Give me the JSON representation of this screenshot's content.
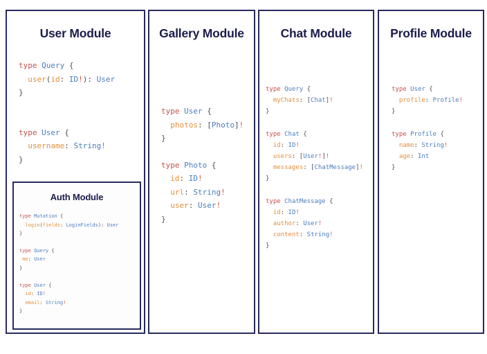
{
  "theme": {
    "panel_border": "#282a5c",
    "title_color": "#1b1b4b",
    "background": "#ffffff",
    "syntax_keyword": "#c3524f",
    "syntax_type": "#4b7dbd",
    "syntax_field": "#e2903c",
    "syntax_punct": "#50505a",
    "syntax_bang": "#d4553f"
  },
  "modules": {
    "user": {
      "title": "User Module",
      "lines": [
        {
          "kind": "code",
          "tokens": [
            {
              "c": "k",
              "s": "type"
            },
            {
              "c": "p",
              "s": " "
            },
            {
              "c": "t",
              "s": "Query"
            },
            {
              "c": "p",
              "s": " {"
            }
          ]
        },
        {
          "kind": "code",
          "tokens": [
            {
              "c": "p",
              "s": "  "
            },
            {
              "c": "f",
              "s": "user"
            },
            {
              "c": "p",
              "s": "("
            },
            {
              "c": "f",
              "s": "id"
            },
            {
              "c": "p",
              "s": ": "
            },
            {
              "c": "t",
              "s": "ID"
            },
            {
              "c": "bang",
              "s": "!"
            },
            {
              "c": "p",
              "s": "): "
            },
            {
              "c": "t",
              "s": "User"
            }
          ]
        },
        {
          "kind": "code",
          "tokens": [
            {
              "c": "p",
              "s": "}"
            }
          ]
        },
        {
          "kind": "gap"
        },
        {
          "kind": "gap"
        },
        {
          "kind": "code",
          "tokens": [
            {
              "c": "k",
              "s": "type"
            },
            {
              "c": "p",
              "s": " "
            },
            {
              "c": "t",
              "s": "User"
            },
            {
              "c": "p",
              "s": " {"
            }
          ]
        },
        {
          "kind": "code",
          "tokens": [
            {
              "c": "p",
              "s": "  "
            },
            {
              "c": "f",
              "s": "username"
            },
            {
              "c": "p",
              "s": ": "
            },
            {
              "c": "t",
              "s": "String"
            },
            {
              "c": "bang",
              "s": "!"
            }
          ]
        },
        {
          "kind": "code",
          "tokens": [
            {
              "c": "p",
              "s": "}"
            }
          ]
        }
      ]
    },
    "auth": {
      "title": "Auth Module",
      "lines": [
        {
          "kind": "code",
          "tokens": [
            {
              "c": "k",
              "s": "type"
            },
            {
              "c": "p",
              "s": " "
            },
            {
              "c": "t",
              "s": "Mutation"
            },
            {
              "c": "p",
              "s": " {"
            }
          ]
        },
        {
          "kind": "code",
          "tokens": [
            {
              "c": "p",
              "s": "  "
            },
            {
              "c": "f",
              "s": "login"
            },
            {
              "c": "p",
              "s": "("
            },
            {
              "c": "f",
              "s": "fields"
            },
            {
              "c": "p",
              "s": ": "
            },
            {
              "c": "t",
              "s": "LoginFields"
            },
            {
              "c": "p",
              "s": "): "
            },
            {
              "c": "t",
              "s": "User"
            }
          ]
        },
        {
          "kind": "code",
          "tokens": [
            {
              "c": "p",
              "s": "}"
            }
          ]
        },
        {
          "kind": "gap"
        },
        {
          "kind": "code",
          "tokens": [
            {
              "c": "k",
              "s": "type"
            },
            {
              "c": "p",
              "s": " "
            },
            {
              "c": "t",
              "s": "Query"
            },
            {
              "c": "p",
              "s": " {"
            }
          ]
        },
        {
          "kind": "code",
          "tokens": [
            {
              "c": "p",
              "s": " "
            },
            {
              "c": "f",
              "s": "me"
            },
            {
              "c": "p",
              "s": ": "
            },
            {
              "c": "t",
              "s": "User"
            }
          ]
        },
        {
          "kind": "code",
          "tokens": [
            {
              "c": "p",
              "s": "}"
            }
          ]
        },
        {
          "kind": "gap"
        },
        {
          "kind": "code",
          "tokens": [
            {
              "c": "k",
              "s": "type"
            },
            {
              "c": "p",
              "s": " "
            },
            {
              "c": "t",
              "s": "User"
            },
            {
              "c": "p",
              "s": " {"
            }
          ]
        },
        {
          "kind": "code",
          "tokens": [
            {
              "c": "p",
              "s": "  "
            },
            {
              "c": "f",
              "s": "id"
            },
            {
              "c": "p",
              "s": ": "
            },
            {
              "c": "t",
              "s": "ID"
            },
            {
              "c": "bang",
              "s": "!"
            }
          ]
        },
        {
          "kind": "code",
          "tokens": [
            {
              "c": "p",
              "s": "  "
            },
            {
              "c": "f",
              "s": "email"
            },
            {
              "c": "p",
              "s": ": "
            },
            {
              "c": "t",
              "s": "String"
            },
            {
              "c": "bang",
              "s": "!"
            }
          ]
        },
        {
          "kind": "code",
          "tokens": [
            {
              "c": "p",
              "s": "}"
            }
          ]
        }
      ]
    },
    "gallery": {
      "title": "Gallery Module",
      "lines": [
        {
          "kind": "code",
          "tokens": [
            {
              "c": "k",
              "s": "type"
            },
            {
              "c": "p",
              "s": " "
            },
            {
              "c": "t",
              "s": "User"
            },
            {
              "c": "p",
              "s": " {"
            }
          ]
        },
        {
          "kind": "code",
          "tokens": [
            {
              "c": "p",
              "s": "  "
            },
            {
              "c": "f",
              "s": "photos"
            },
            {
              "c": "p",
              "s": ": ["
            },
            {
              "c": "t",
              "s": "Photo"
            },
            {
              "c": "p",
              "s": "]"
            },
            {
              "c": "bang",
              "s": "!"
            }
          ]
        },
        {
          "kind": "code",
          "tokens": [
            {
              "c": "p",
              "s": "}"
            }
          ]
        },
        {
          "kind": "gap"
        },
        {
          "kind": "code",
          "tokens": [
            {
              "c": "k",
              "s": "type"
            },
            {
              "c": "p",
              "s": " "
            },
            {
              "c": "t",
              "s": "Photo"
            },
            {
              "c": "p",
              "s": " {"
            }
          ]
        },
        {
          "kind": "code",
          "tokens": [
            {
              "c": "p",
              "s": "  "
            },
            {
              "c": "f",
              "s": "id"
            },
            {
              "c": "p",
              "s": ": "
            },
            {
              "c": "t",
              "s": "ID"
            },
            {
              "c": "bang",
              "s": "!"
            }
          ]
        },
        {
          "kind": "code",
          "tokens": [
            {
              "c": "p",
              "s": "  "
            },
            {
              "c": "f",
              "s": "url"
            },
            {
              "c": "p",
              "s": ": "
            },
            {
              "c": "t",
              "s": "String"
            },
            {
              "c": "bang",
              "s": "!"
            }
          ]
        },
        {
          "kind": "code",
          "tokens": [
            {
              "c": "p",
              "s": "  "
            },
            {
              "c": "f",
              "s": "user"
            },
            {
              "c": "p",
              "s": ": "
            },
            {
              "c": "t",
              "s": "User"
            },
            {
              "c": "bang",
              "s": "!"
            }
          ]
        },
        {
          "kind": "code",
          "tokens": [
            {
              "c": "p",
              "s": "}"
            }
          ]
        }
      ]
    },
    "chat": {
      "title": "Chat Module",
      "lines": [
        {
          "kind": "code",
          "tokens": [
            {
              "c": "k",
              "s": "type"
            },
            {
              "c": "p",
              "s": " "
            },
            {
              "c": "t",
              "s": "Query"
            },
            {
              "c": "p",
              "s": " {"
            }
          ]
        },
        {
          "kind": "code",
          "tokens": [
            {
              "c": "p",
              "s": "  "
            },
            {
              "c": "f",
              "s": "myChats"
            },
            {
              "c": "p",
              "s": ": ["
            },
            {
              "c": "t",
              "s": "Chat"
            },
            {
              "c": "p",
              "s": "]"
            },
            {
              "c": "bang",
              "s": "!"
            }
          ]
        },
        {
          "kind": "code",
          "tokens": [
            {
              "c": "p",
              "s": "}"
            }
          ]
        },
        {
          "kind": "gap"
        },
        {
          "kind": "code",
          "tokens": [
            {
              "c": "k",
              "s": "type"
            },
            {
              "c": "p",
              "s": " "
            },
            {
              "c": "t",
              "s": "Chat"
            },
            {
              "c": "p",
              "s": " {"
            }
          ]
        },
        {
          "kind": "code",
          "tokens": [
            {
              "c": "p",
              "s": "  "
            },
            {
              "c": "f",
              "s": "id"
            },
            {
              "c": "p",
              "s": ": "
            },
            {
              "c": "t",
              "s": "ID"
            },
            {
              "c": "bang",
              "s": "!"
            }
          ]
        },
        {
          "kind": "code",
          "tokens": [
            {
              "c": "p",
              "s": "  "
            },
            {
              "c": "f",
              "s": "users"
            },
            {
              "c": "p",
              "s": ": ["
            },
            {
              "c": "t",
              "s": "User"
            },
            {
              "c": "bang",
              "s": "!"
            },
            {
              "c": "p",
              "s": "]"
            },
            {
              "c": "bang",
              "s": "!"
            }
          ]
        },
        {
          "kind": "code",
          "tokens": [
            {
              "c": "p",
              "s": "  "
            },
            {
              "c": "f",
              "s": "messages"
            },
            {
              "c": "p",
              "s": ": ["
            },
            {
              "c": "t",
              "s": "ChatMessage"
            },
            {
              "c": "p",
              "s": "]"
            },
            {
              "c": "bang",
              "s": "!"
            }
          ]
        },
        {
          "kind": "code",
          "tokens": [
            {
              "c": "p",
              "s": "}"
            }
          ]
        },
        {
          "kind": "gap"
        },
        {
          "kind": "code",
          "tokens": [
            {
              "c": "k",
              "s": "type"
            },
            {
              "c": "p",
              "s": " "
            },
            {
              "c": "t",
              "s": "ChatMessage"
            },
            {
              "c": "p",
              "s": " {"
            }
          ]
        },
        {
          "kind": "code",
          "tokens": [
            {
              "c": "p",
              "s": "  "
            },
            {
              "c": "f",
              "s": "id"
            },
            {
              "c": "p",
              "s": ": "
            },
            {
              "c": "t",
              "s": "ID"
            },
            {
              "c": "bang",
              "s": "!"
            }
          ]
        },
        {
          "kind": "code",
          "tokens": [
            {
              "c": "p",
              "s": "  "
            },
            {
              "c": "f",
              "s": "author"
            },
            {
              "c": "p",
              "s": ": "
            },
            {
              "c": "t",
              "s": "User"
            },
            {
              "c": "bang",
              "s": "!"
            }
          ]
        },
        {
          "kind": "code",
          "tokens": [
            {
              "c": "p",
              "s": "  "
            },
            {
              "c": "f",
              "s": "content"
            },
            {
              "c": "p",
              "s": ": "
            },
            {
              "c": "t",
              "s": "String"
            },
            {
              "c": "bang",
              "s": "!"
            }
          ]
        },
        {
          "kind": "code",
          "tokens": [
            {
              "c": "p",
              "s": "}"
            }
          ]
        }
      ]
    },
    "profile": {
      "title": "Profile Module",
      "lines": [
        {
          "kind": "code",
          "tokens": [
            {
              "c": "k",
              "s": "type"
            },
            {
              "c": "p",
              "s": " "
            },
            {
              "c": "t",
              "s": "User"
            },
            {
              "c": "p",
              "s": " {"
            }
          ]
        },
        {
          "kind": "code",
          "tokens": [
            {
              "c": "p",
              "s": "  "
            },
            {
              "c": "f",
              "s": "profile"
            },
            {
              "c": "p",
              "s": ": "
            },
            {
              "c": "t",
              "s": "Profile"
            },
            {
              "c": "bang",
              "s": "!"
            }
          ]
        },
        {
          "kind": "code",
          "tokens": [
            {
              "c": "p",
              "s": "}"
            }
          ]
        },
        {
          "kind": "gap"
        },
        {
          "kind": "code",
          "tokens": [
            {
              "c": "k",
              "s": "type"
            },
            {
              "c": "p",
              "s": " "
            },
            {
              "c": "t",
              "s": "Profile"
            },
            {
              "c": "p",
              "s": " {"
            }
          ]
        },
        {
          "kind": "code",
          "tokens": [
            {
              "c": "p",
              "s": "  "
            },
            {
              "c": "f",
              "s": "name"
            },
            {
              "c": "p",
              "s": ": "
            },
            {
              "c": "t",
              "s": "String"
            },
            {
              "c": "bang",
              "s": "!"
            }
          ]
        },
        {
          "kind": "code",
          "tokens": [
            {
              "c": "p",
              "s": "  "
            },
            {
              "c": "f",
              "s": "age"
            },
            {
              "c": "p",
              "s": ": "
            },
            {
              "c": "t",
              "s": "Int"
            }
          ]
        },
        {
          "kind": "code",
          "tokens": [
            {
              "c": "p",
              "s": "}"
            }
          ]
        }
      ]
    }
  }
}
